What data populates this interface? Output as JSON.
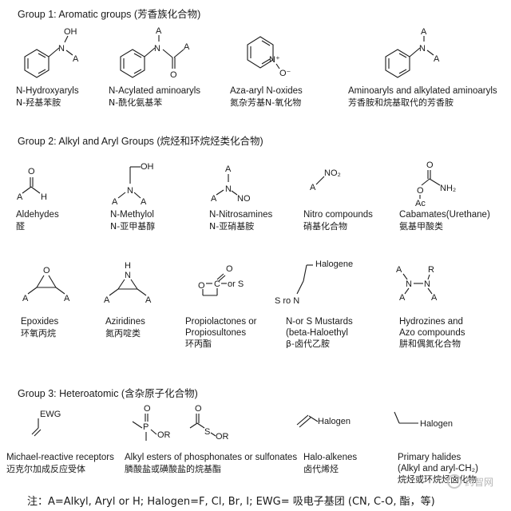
{
  "groups": [
    {
      "title": "Group 1: Aromatic groups (芳香族化合物)"
    },
    {
      "title": "Group 2: Alkyl and Aryl Groups (烷烃和环烷烃类化合物)"
    },
    {
      "title": "Group 3: Heteroatomic (含杂原子化合物)"
    }
  ],
  "items": [
    {
      "en": "N-Hydroxyaryls",
      "zh": "N-羟基苯胺"
    },
    {
      "en": "N-Acylated aminoaryls",
      "zh": "N-酰化氨基苯"
    },
    {
      "en": "Aza-aryl N-oxides",
      "zh": "氮杂芳基N-氧化物"
    },
    {
      "en": "Aminoaryls and alkylated aminoaryls",
      "zh": "芳香胺和烷基取代的芳香胺"
    },
    {
      "en": "Aldehydes",
      "zh": "醛"
    },
    {
      "en": "N-Methylol",
      "zh": "N-亚甲基醇"
    },
    {
      "en": "N-Nitrosamines",
      "zh": "N-亚硝基胺"
    },
    {
      "en": "Nitro compounds",
      "zh": "硝基化合物"
    },
    {
      "en": "Cabamates(Urethane)",
      "zh": "氨基甲酸类"
    },
    {
      "en": "Epoxides",
      "zh": "环氧丙烷"
    },
    {
      "en": "Aziridines",
      "zh": "氮丙啶类"
    },
    {
      "en_lines": [
        "Propiolactones or",
        "Propiosultones"
      ],
      "zh": "环丙酯"
    },
    {
      "en_lines": [
        "N-or S Mustards",
        "(beta-Haloethyl"
      ],
      "zh": "β-卤代乙胺"
    },
    {
      "en_lines": [
        "Hydrozines and",
        "Azo compounds"
      ],
      "zh": "肼和偶氮化合物"
    },
    {
      "en": "Michael-reactive receptors",
      "zh": "迈克尔加成反应受体"
    },
    {
      "en": "Alkyl esters of phosphonates or sulfonates",
      "zh": "膦酸盐或磺酸盐的烷基酯"
    },
    {
      "en": "Halo-alkenes",
      "zh": "卤代烯烃"
    },
    {
      "en_lines": [
        "Primary halides",
        "(Alkyl and aryl-CH₂)"
      ],
      "zh": "烷烃或环烷烃卤化物"
    }
  ],
  "labels": {
    "OH": "OH",
    "N": "N",
    "A": "A",
    "O": "O",
    "H": "H",
    "R": "R",
    "NO": "NO",
    "NO2": "NO₂",
    "NH2": "NH₂",
    "Ac": "Ac",
    "C": "C",
    "or_S": "or S",
    "S_or_N": "S ro N",
    "Halogene": "Halogene",
    "Halogen": "Halogen",
    "EWG": "EWG",
    "OR": "OR",
    "P": "P",
    "S": "S",
    "N_plus": "N⁺",
    "O_minus": "O⁻"
  },
  "footnote": "注：A=Alkyl, Aryl or H;  Halogen=F, Cl, Br, I;  EWG= 吸电子基团 (CN, C-O, 酯，等)",
  "watermark": "药智网",
  "colors": {
    "ink": "#1a1a1a",
    "watermark": "#b5b5b5"
  }
}
